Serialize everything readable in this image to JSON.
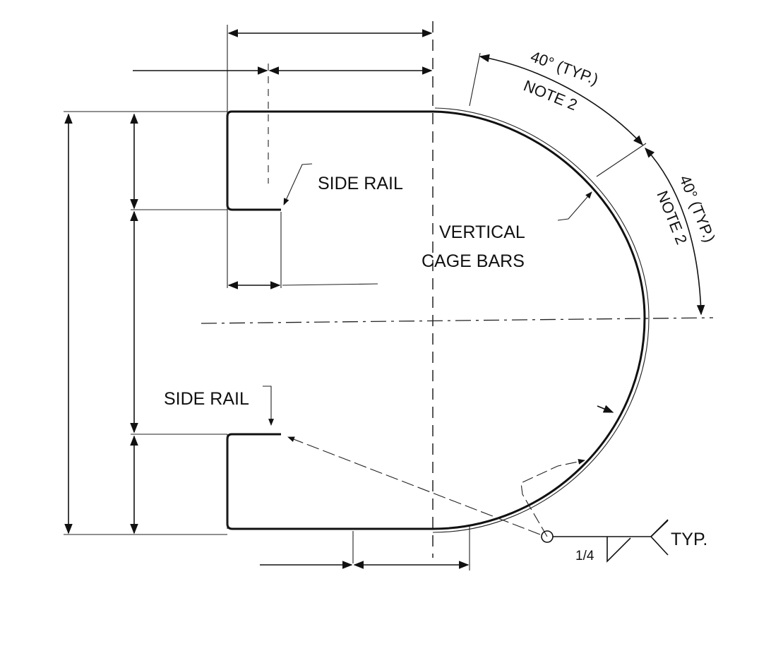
{
  "labels": {
    "side_rail_upper": "SIDE RAIL",
    "side_rail_lower": "SIDE RAIL",
    "vertical_cage_bars_line1": "VERTICAL",
    "vertical_cage_bars_line2": "CAGE BARS",
    "angle_upper": "40° (TYP.)",
    "angle_upper_note": "NOTE 2",
    "angle_lower": "40° (TYP.)",
    "angle_lower_note": "NOTE 2",
    "weld_size": "1/4",
    "weld_typ": "TYP."
  },
  "colors": {
    "ink": "#111111",
    "paper": "#ffffff"
  }
}
